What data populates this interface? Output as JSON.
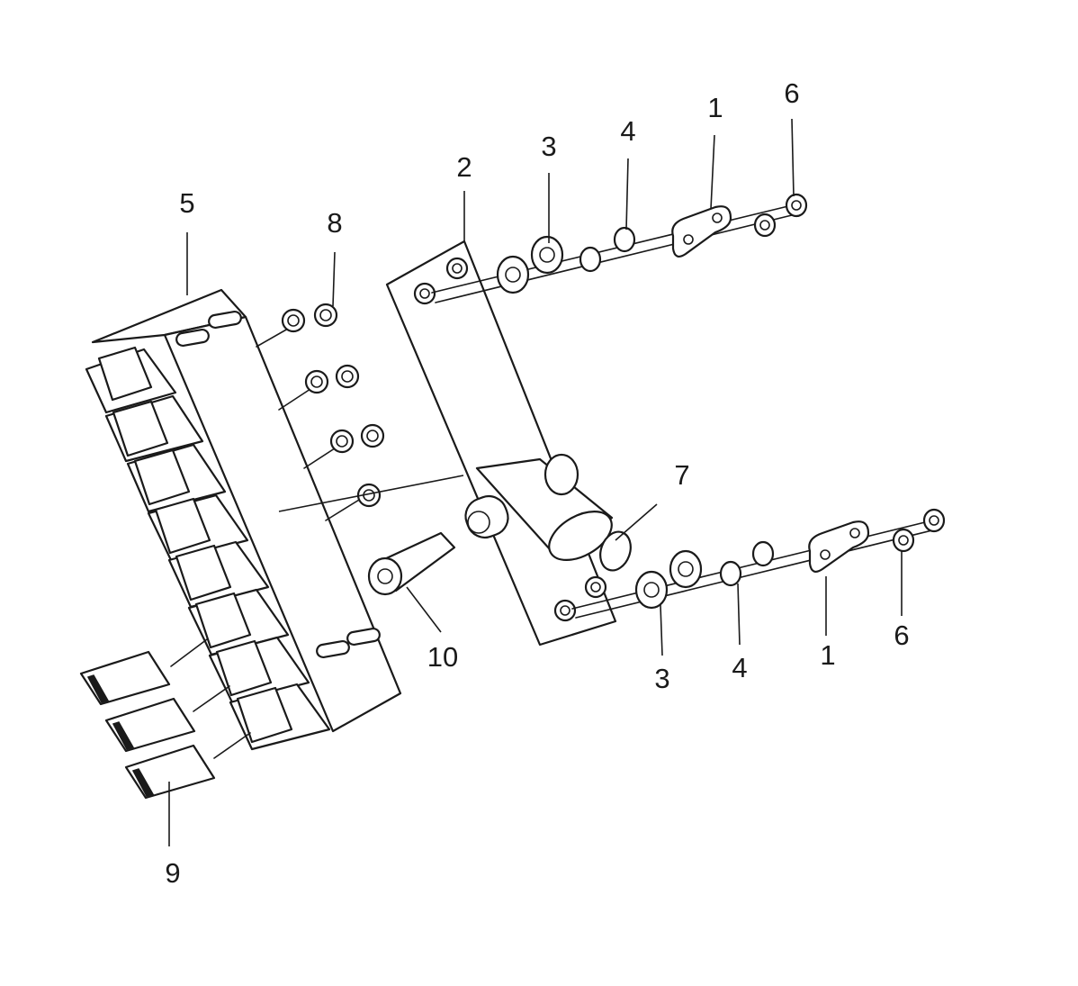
{
  "diagram": {
    "type": "exploded-parts-view",
    "callouts": [
      {
        "id": "c1a",
        "label": "1"
      },
      {
        "id": "c1b",
        "label": "1"
      },
      {
        "id": "c2",
        "label": "2"
      },
      {
        "id": "c3a",
        "label": "3"
      },
      {
        "id": "c3b",
        "label": "3"
      },
      {
        "id": "c4a",
        "label": "4"
      },
      {
        "id": "c4b",
        "label": "4"
      },
      {
        "id": "c5",
        "label": "5"
      },
      {
        "id": "c6a",
        "label": "6"
      },
      {
        "id": "c6b",
        "label": "6"
      },
      {
        "id": "c7",
        "label": "7"
      },
      {
        "id": "c8",
        "label": "8"
      },
      {
        "id": "c9",
        "label": "9"
      },
      {
        "id": "c10",
        "label": "10"
      }
    ],
    "line_color": "#1a1a1a",
    "background": "#ffffff"
  }
}
